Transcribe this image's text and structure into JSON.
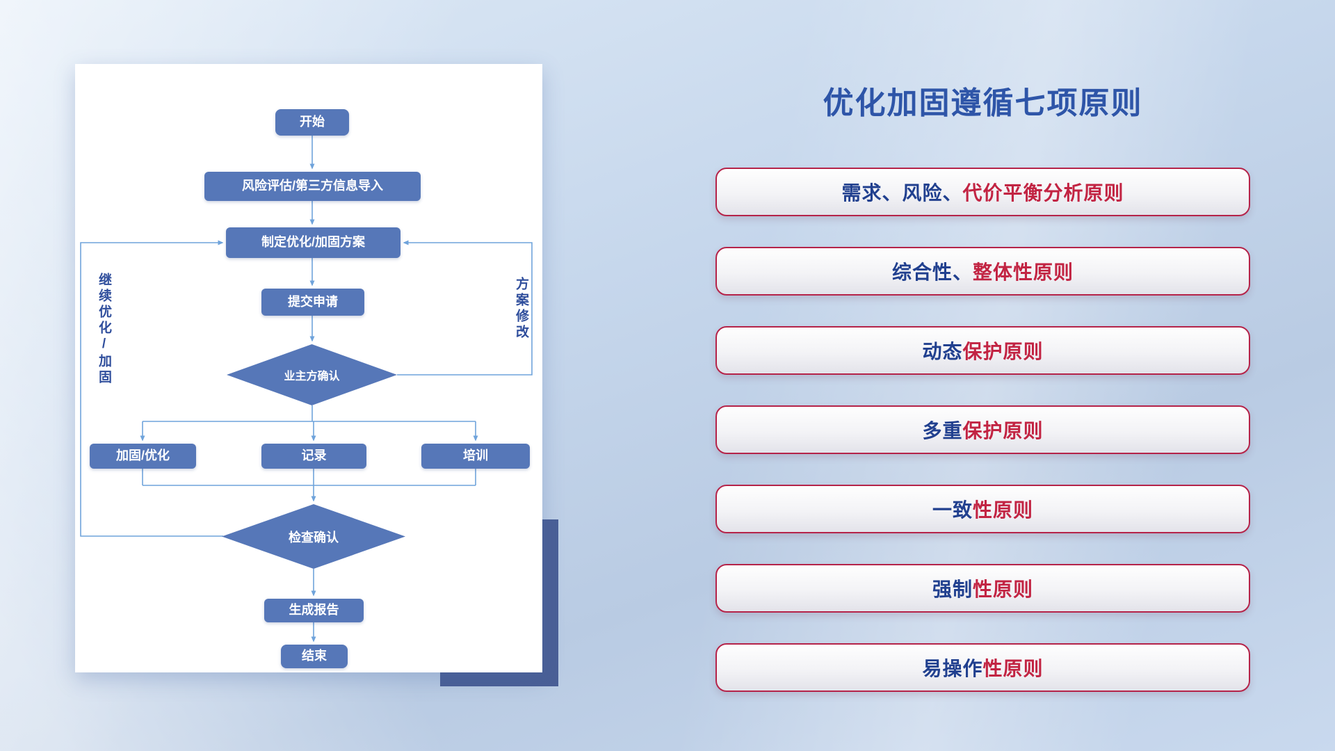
{
  "flowchart": {
    "nodes": {
      "start": "开始",
      "risk": "风险评估/第三方信息导入",
      "plan": "制定优化/加固方案",
      "submit": "提交申请",
      "owner_confirm": "业主方确认",
      "harden": "加固/优化",
      "record": "记录",
      "training": "培训",
      "check_confirm": "检查确认",
      "report": "生成报告",
      "end": "结束"
    },
    "loop_labels": {
      "left": "继续优化/加固",
      "right": "方案修改"
    }
  },
  "panel": {
    "title": "优化加固遵循七项原则",
    "principles": [
      {
        "navy": "需求、风险、",
        "red": "代价平衡分析原则"
      },
      {
        "navy": "综合性、",
        "red": "整体性原则"
      },
      {
        "navy": "动态",
        "red": "保护原则"
      },
      {
        "navy": "多重",
        "red": "保护原则"
      },
      {
        "navy": "一致",
        "red": "性原则"
      },
      {
        "navy": "强制",
        "red": "性原则"
      },
      {
        "navy": "易操作",
        "red": "性原则"
      }
    ]
  },
  "colors": {
    "node_fill": "#5677b8",
    "connector": "#6fa3db",
    "title_blue": "#2e55a8",
    "principle_navy": "#21408f",
    "principle_red": "#c22443",
    "pill_border": "#b52349",
    "card_shadow_block": "#4a5f96"
  }
}
